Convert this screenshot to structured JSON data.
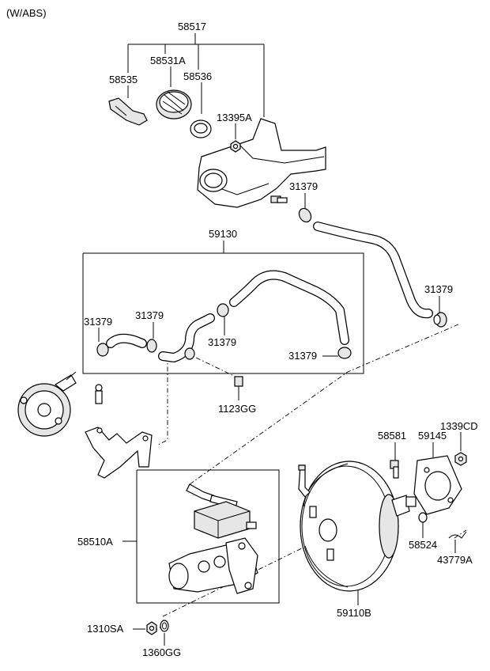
{
  "variant": "(W/ABS)",
  "labels": {
    "p58517": "58517",
    "p58531A": "58531A",
    "p58535": "58535",
    "p58536": "58536",
    "p13395A": "13395A",
    "p31379_reservoir": "31379",
    "p59130": "59130",
    "p31379_right": "31379",
    "p31379_left": "31379",
    "p31379_mid_left": "31379",
    "p31379_mid": "31379",
    "p31379_lower": "31379",
    "p1123GG": "1123GG",
    "p58581": "58581",
    "p59145": "59145",
    "p1339CD": "1339CD",
    "p58510A": "58510A",
    "p58524": "58524",
    "p43779A": "43779A",
    "p59110B": "59110B",
    "p1310SA": "1310SA",
    "p1360GG": "1360GG"
  }
}
